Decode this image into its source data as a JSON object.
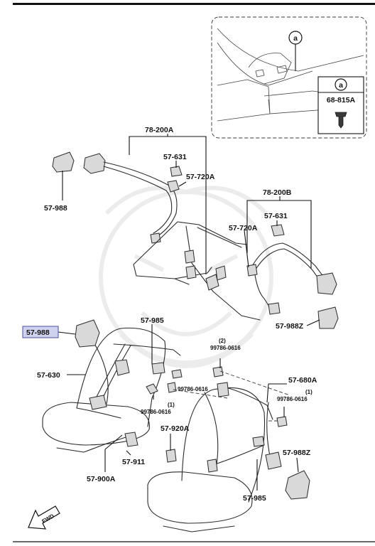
{
  "callout": {
    "letter": "a",
    "ref_part": "68-815A"
  },
  "labels": {
    "harness_driver": "78-200A",
    "harness_passenger": "78-200B",
    "cover_631_a": "57-631",
    "cover_631_b": "57-631",
    "anchor_720_a": "57-720A",
    "anchor_720_b": "57-720A",
    "cover_988_top": "57-988",
    "cover_988_selected": "57-988",
    "cover_988z_top": "57-988Z",
    "cover_988z_bottom": "57-988Z",
    "belt_985_top": "57-985",
    "belt_985_bottom": "57-985",
    "belt_630": "57-630",
    "belt_680a": "57-680A",
    "buckle_920a": "57-920A",
    "bolt_911": "57-911",
    "buckle_900a": "57-900A",
    "bolt_a_qty": "(2)",
    "bolt_a": "99786-0616",
    "bolt_b": "99786-0616",
    "bolt_c_qty": "(1)",
    "bolt_c": "99786-0616",
    "bolt_d_qty": "(1)",
    "bolt_d": "99786-0616",
    "fwd": "FWD"
  }
}
